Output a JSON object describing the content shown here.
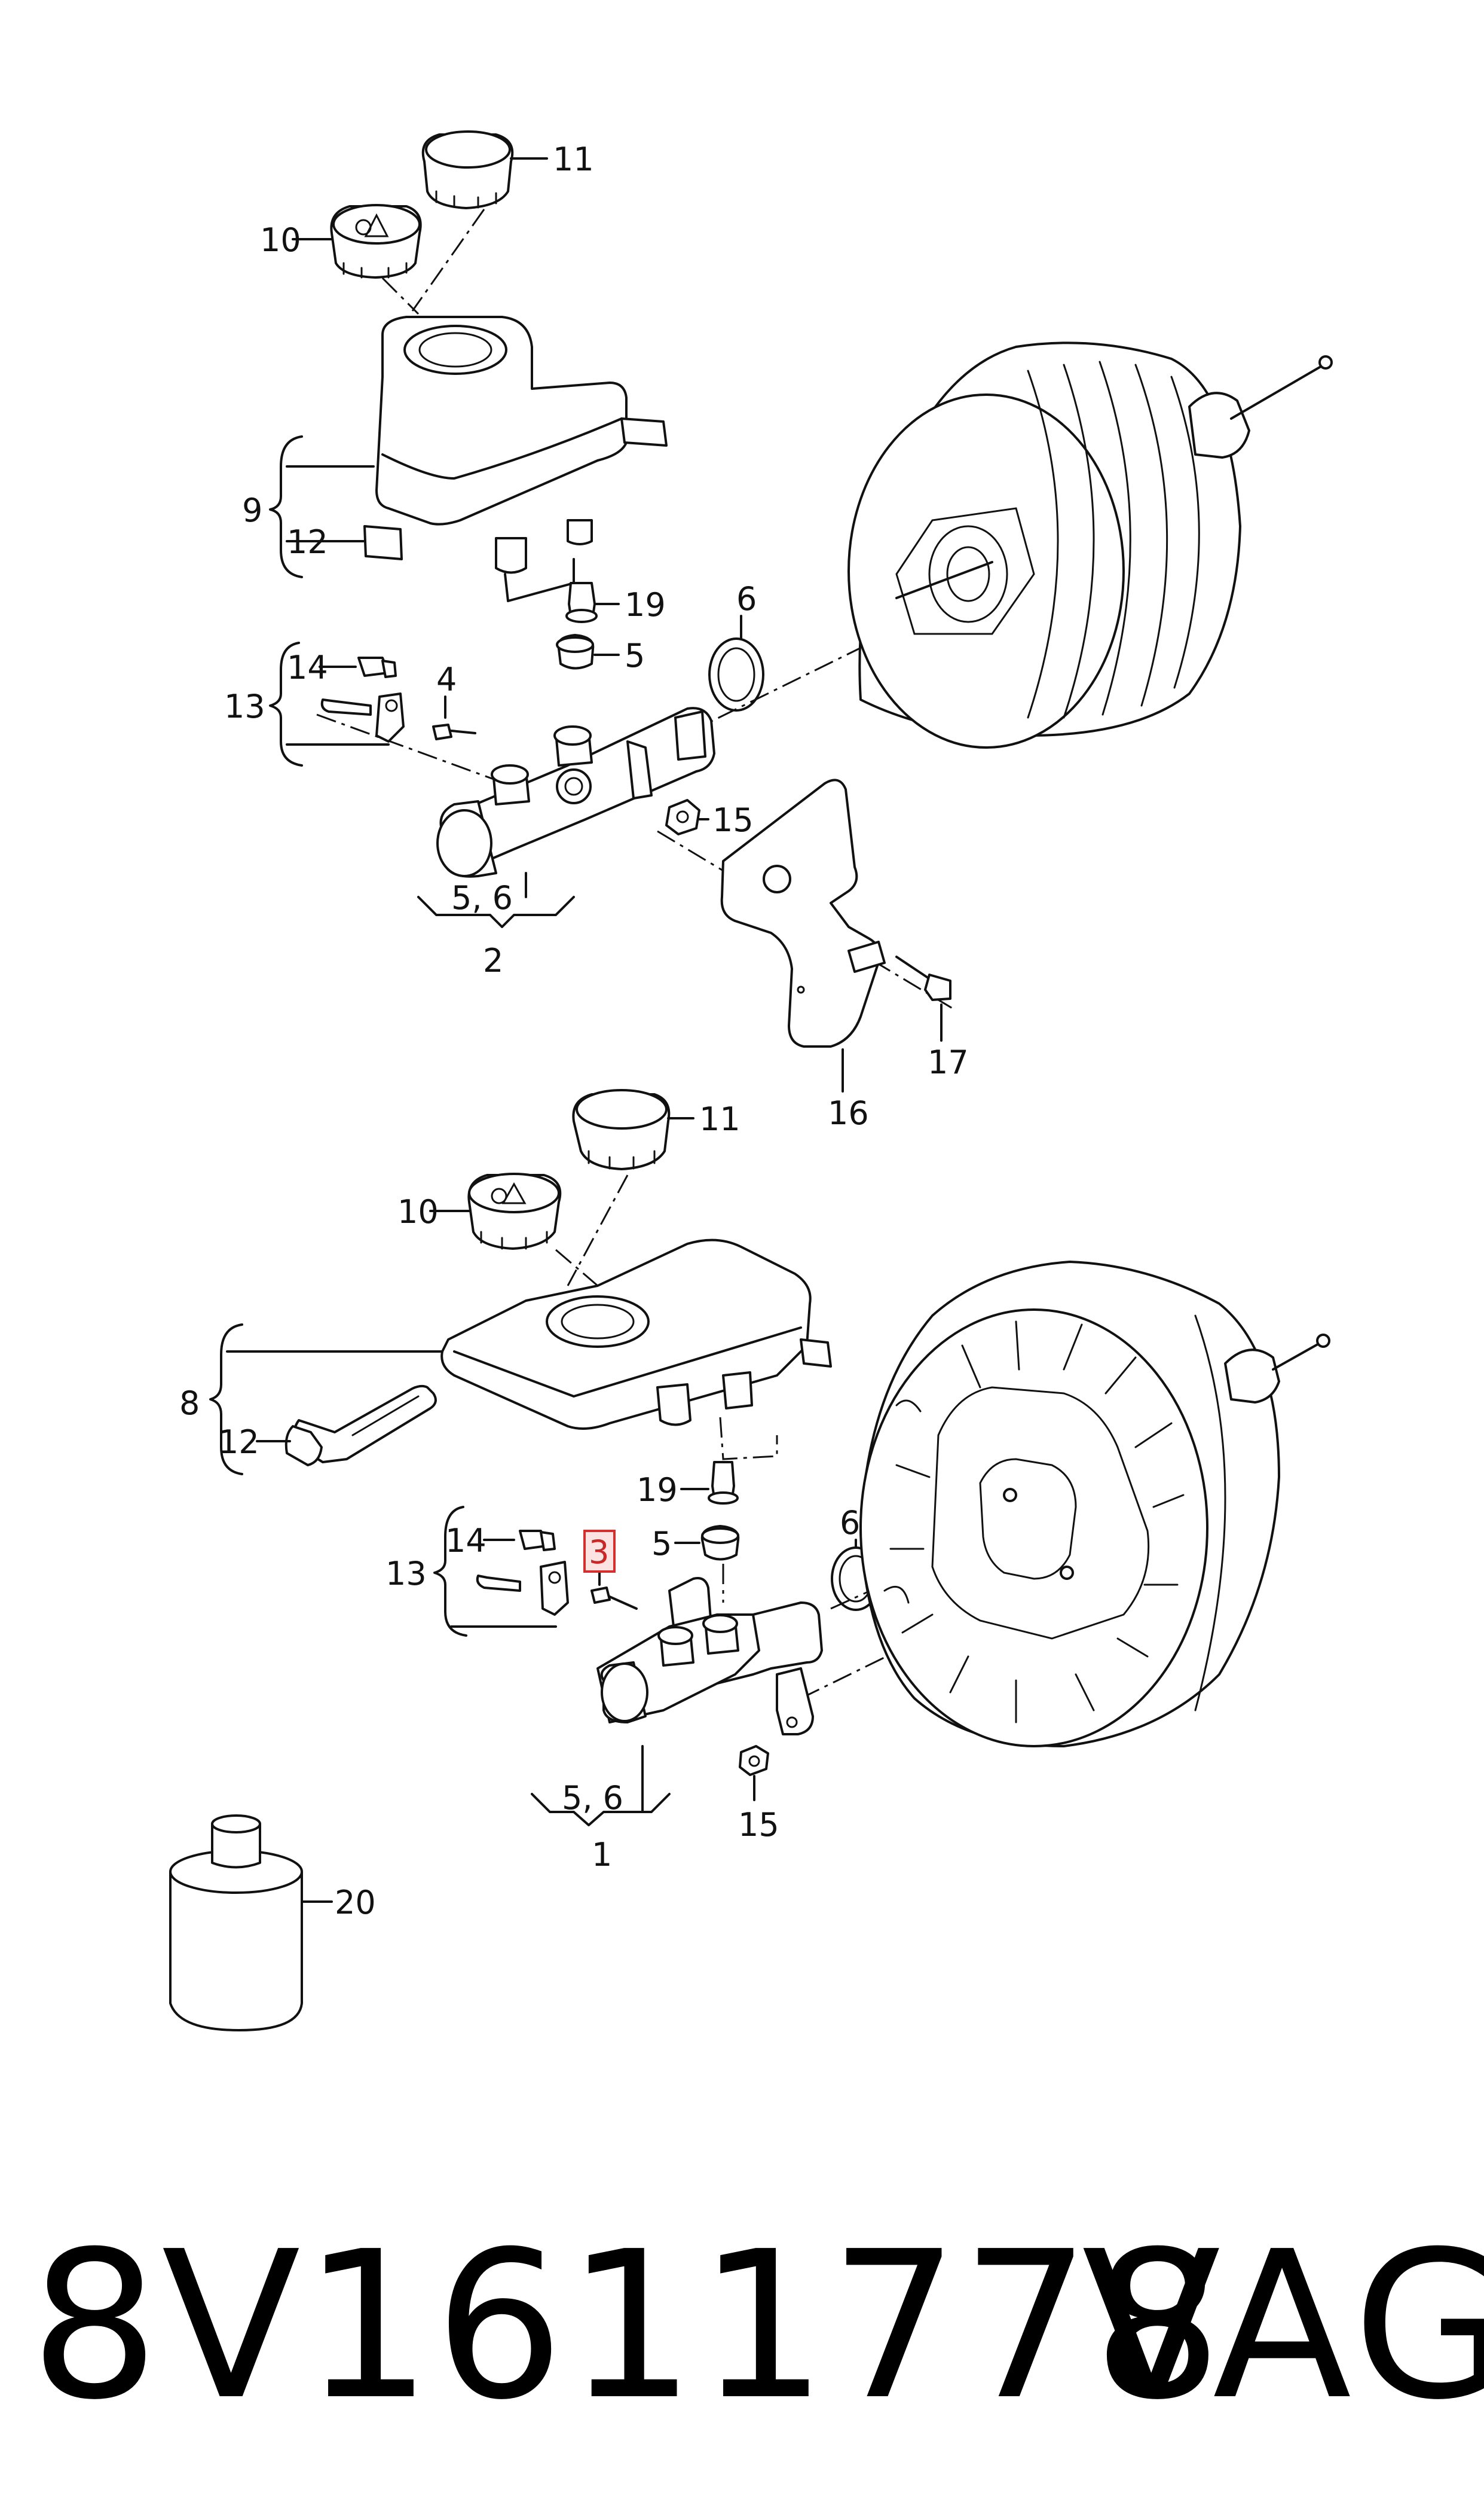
{
  "diagram": {
    "colors": {
      "line": "#111111",
      "highlight_stroke": "#d32f2f",
      "highlight_fill": "#fde2e2"
    },
    "labels": {
      "l11_top": "11",
      "l10_top": "10",
      "l9": "9",
      "l12_top": "12",
      "l19_top": "19",
      "l5_top": "5",
      "l6_top": "6",
      "l14_top": "14",
      "l13_top": "13",
      "l4": "4",
      "l15_top": "15",
      "l56_top": "5, 6",
      "l2": "2",
      "l17": "17",
      "l16": "16",
      "l11_bot": "11",
      "l10_bot": "10",
      "l8": "8",
      "l12_bot": "12",
      "l19_bot": "19",
      "l6_bot": "6",
      "l5_bot": "5",
      "l14_bot": "14",
      "l13_bot": "13",
      "l3": "3",
      "l56_bot": "5, 6",
      "l1": "1",
      "l15_bot": "15",
      "l20": "20"
    }
  },
  "footer": {
    "part_number": "8V1611778",
    "brand": "VAG"
  }
}
